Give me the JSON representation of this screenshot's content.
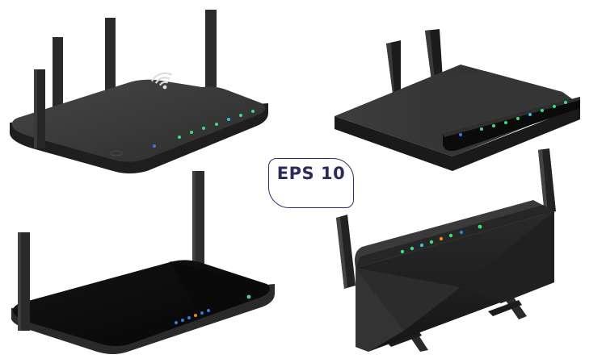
{
  "badge": {
    "text": "EPS 10"
  },
  "colors": {
    "body_dark": "#3c3c3c",
    "body_darker": "#1f1f1f",
    "body_black": "#0c0c0c",
    "antenna": "#2a2a2a",
    "led_green": "#3ddc84",
    "led_cyan": "#2ec4d6",
    "led_blue": "#2f7de1",
    "led_orange": "#e8862a",
    "badge_border": "#2e2e6e"
  },
  "icons": [
    "wifi-icon",
    "led-indicator",
    "antenna"
  ]
}
